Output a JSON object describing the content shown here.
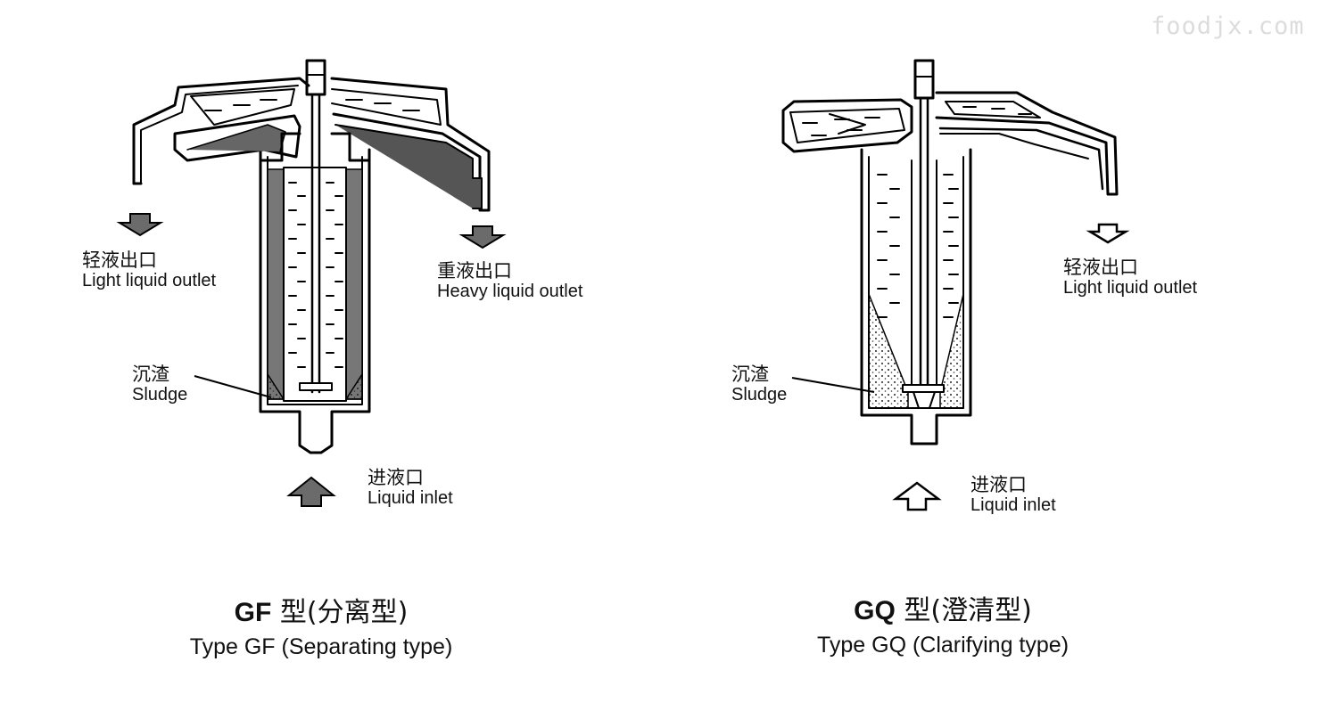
{
  "watermark": "foodjx.com",
  "gf": {
    "light_outlet": {
      "zh": "轻液出口",
      "en": "Light liquid outlet"
    },
    "heavy_outlet": {
      "zh": "重液出口",
      "en": "Heavy liquid outlet"
    },
    "sludge": {
      "zh": "沉渣",
      "en": "Sludge"
    },
    "inlet": {
      "zh": "进液口",
      "en": "Liquid inlet"
    },
    "title": {
      "code": "GF",
      "zh": "型(分离型)",
      "en": "Type GF (Separating type)"
    }
  },
  "gq": {
    "light_outlet": {
      "zh": "轻液出口",
      "en": "Light liquid outlet"
    },
    "sludge": {
      "zh": "沉渣",
      "en": "Sludge"
    },
    "inlet": {
      "zh": "进液口",
      "en": "Liquid inlet"
    },
    "title": {
      "code": "GQ",
      "zh": "型(澄清型)",
      "en": "Type GQ (Clarifying type)"
    }
  }
}
